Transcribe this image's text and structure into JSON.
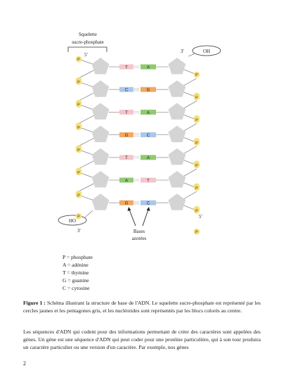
{
  "diagram": {
    "backbone_label_line1": "Squelette",
    "backbone_label_line2": "sucre-phosphate",
    "prime5_top": "5'",
    "prime3_top": "3'",
    "oh_label": "OH",
    "ho_label": "HO",
    "prime3_bottom": "3'",
    "prime5_bottom": "5'",
    "phosphate_letter": "P",
    "bases_label_line1": "Bases",
    "bases_label_line2": "azotées",
    "pairs": [
      {
        "left": "T",
        "right": "A"
      },
      {
        "left": "C",
        "right": "G"
      },
      {
        "left": "T",
        "right": "A"
      },
      {
        "left": "G",
        "right": "C"
      },
      {
        "left": "T",
        "right": "A"
      },
      {
        "left": "A",
        "right": "T"
      },
      {
        "left": "G",
        "right": "C"
      }
    ],
    "colors": {
      "T": "#f4c6cc",
      "A": "#8fca6e",
      "C": "#a9c7ea",
      "G": "#f2a860",
      "sugar": "#d4d4d4",
      "phosphate": "#f6df7a"
    }
  },
  "legend": [
    "P = phosphate",
    "A = adénine",
    "T = thymine",
    "G = guanine",
    "C = cytosine"
  ],
  "caption": {
    "label": "Figure 1 :",
    "text": " Schéma illustrant la structure de base de l'ADN. Le squelette sucre-phosphate est représenté par les cercles jaunes et les pentagones gris, et les nucléotides sont représentés par les blocs colorés au centre."
  },
  "paragraph": "Les séquences d'ADN qui codent pour des informations permettant de créer des caractères sont appelées des gènes. Un gène est une séquence d'ADN qui peut coder pour une protéine particulière, qui à son tour produira un caractère particulier ou une version d'un caractère. Par exemple, nos gènes",
  "page_number": "2"
}
